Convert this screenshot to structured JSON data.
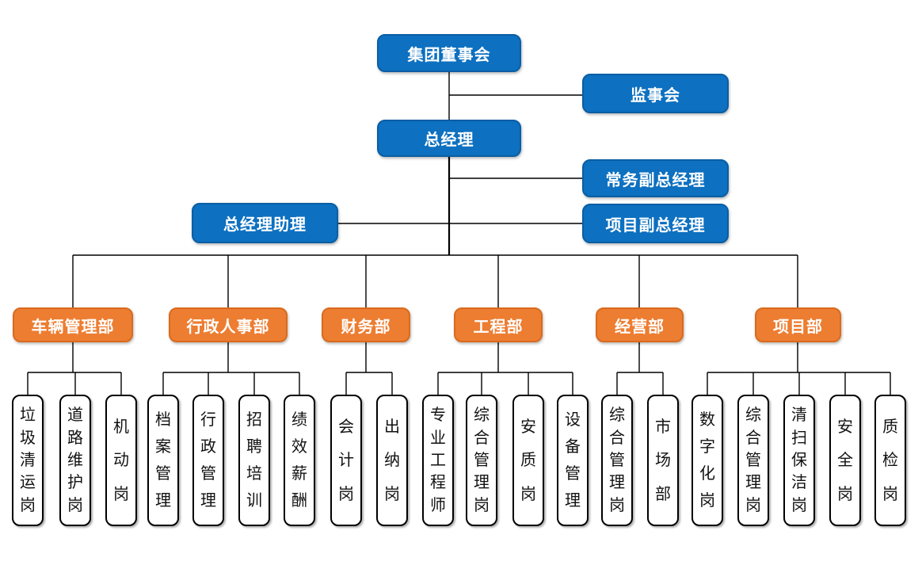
{
  "colors": {
    "blue_fill": "#0D70C0",
    "blue_border": "#0A5EA4",
    "orange_fill": "#ED7D31",
    "orange_border": "#D96B1E",
    "position_box_border": "#000000",
    "connector_line": "#000000",
    "text_on_color": "#ffffff",
    "text_on_white": "#111111"
  },
  "org": {
    "top": [
      {
        "label": "集团董事会"
      },
      {
        "label": "监事会"
      },
      {
        "label": "总经理"
      },
      {
        "label": "常务副总经理"
      },
      {
        "label": "总经理助理"
      },
      {
        "label": "项目副总经理"
      }
    ],
    "departments": [
      {
        "label": "车辆管理部",
        "positions": [
          {
            "label": "垃圾清运岗"
          },
          {
            "label": "道路维护岗"
          },
          {
            "label": "机动岗"
          }
        ]
      },
      {
        "label": "行政人事部",
        "positions": [
          {
            "label": "档案管理"
          },
          {
            "label": "行政管理"
          },
          {
            "label": "招聘培训"
          },
          {
            "label": "绩效薪酬"
          }
        ]
      },
      {
        "label": "财务部",
        "positions": [
          {
            "label": "会计岗"
          },
          {
            "label": "出纳岗"
          }
        ]
      },
      {
        "label": "工程部",
        "positions": [
          {
            "label": "专业工程师"
          },
          {
            "label": "综合管理岗"
          },
          {
            "label": "安质岗"
          },
          {
            "label": "设备管理"
          }
        ]
      },
      {
        "label": "经营部",
        "positions": [
          {
            "label": "综合管理岗"
          },
          {
            "label": "市场部"
          }
        ]
      },
      {
        "label": "项目部",
        "positions": [
          {
            "label": "数字化岗"
          },
          {
            "label": "综合管理岗"
          },
          {
            "label": "清扫保洁岗"
          },
          {
            "label": "安全岗"
          },
          {
            "label": "质检岗"
          }
        ]
      }
    ]
  }
}
